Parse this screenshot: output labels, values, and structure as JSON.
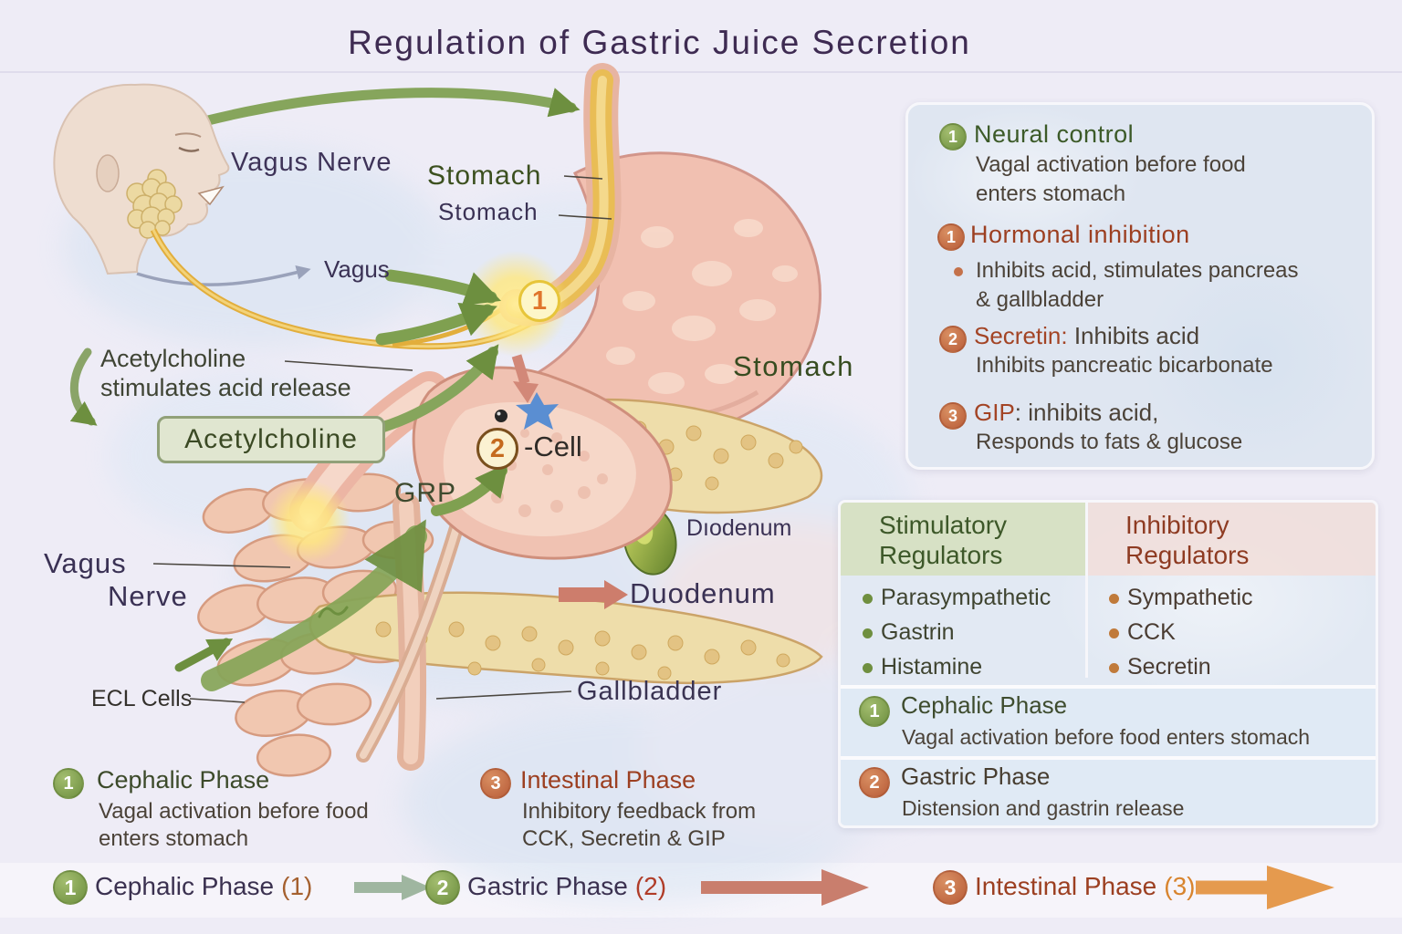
{
  "title": "Regulation of Gastric Juice Secretion",
  "colors": {
    "accent_green": "#7d9c4c",
    "accent_orange": "#c4714a",
    "accent_red": "#b85c38",
    "title_purple": "#3e2b52",
    "green_text": "#3d5527",
    "red_text": "#9c3f21",
    "purple_text": "#3a3154"
  },
  "labels": {
    "vagus_nerve": "Vagus Nerve",
    "stomach_upper": "Stomach",
    "stomach_lower": "Stomach",
    "vagus": "Vagus",
    "ach_caption_1": "Acetylcholine",
    "ach_caption_2": "stimulates acid release",
    "ach_box": "Acetylcholine",
    "grp": "GRP",
    "cell_num": "2",
    "cell": "-Cell",
    "stomach_main": "Stomach",
    "diodenum": "Dıodenum",
    "duodenum": "Duodenum",
    "vagus2_1": "Vagus",
    "vagus2_2": "Nerve",
    "ecl_cells": "ECL Cells",
    "gallbladder": "Gallbladder",
    "cardia_num": "1"
  },
  "panel_hormones": {
    "neural": {
      "num": "1",
      "title": "Neural control",
      "line1": "Vagal activation before food",
      "line2": "enters stomach"
    },
    "hormonal": {
      "num": "1",
      "title": "Hormonal inhibition",
      "bullet1": "Inhibits acid, stimulates pancreas",
      "bullet2": "& gallbladder"
    },
    "secretin": {
      "num": "2",
      "name": "Secretin:",
      "rest": " Inhibits acid",
      "line2": "Inhibits pancreatic bicarbonate"
    },
    "gip": {
      "num": "3",
      "name": "GIP",
      "rest": ": inhibits acid,",
      "line2": "Responds to fats & glucose"
    }
  },
  "panel_regulators": {
    "stim_header_1": "Stimulatory",
    "stim_header_2": "Regulators",
    "inhib_header_1": "Inhibitory",
    "inhib_header_2": "Regulators",
    "stimulatory": [
      "Parasympathetic",
      "Gastrin",
      "Histamine"
    ],
    "inhibitory": [
      "Sympathetic",
      "CCK",
      "Secretin"
    ],
    "cephalic": {
      "num": "1",
      "title": "Cephalic Phase",
      "desc": "Vagal activation before food enters stomach"
    },
    "gastric": {
      "num": "2",
      "title": "Gastric Phase",
      "desc": "Distension and gastrin release"
    }
  },
  "legend": {
    "cephalic": {
      "num": "1",
      "title": "Cephalic Phase",
      "line1": "Vagal activation before food",
      "line2": "enters stomach"
    },
    "intestinal": {
      "num": "3",
      "title": "Intestinal Phase",
      "line1": "Inhibitory feedback from",
      "line2": "CCK, Secretin & GIP"
    }
  },
  "flow_bar": {
    "cephalic": {
      "num": "1",
      "label": "Cephalic Phase",
      "paren": "(1)"
    },
    "gastric": {
      "num": "2",
      "label": "Gastric Phase",
      "paren": "(2)"
    },
    "intestinal": {
      "num": "3",
      "label": "Intestinal Phase",
      "paren": "(3)"
    }
  }
}
